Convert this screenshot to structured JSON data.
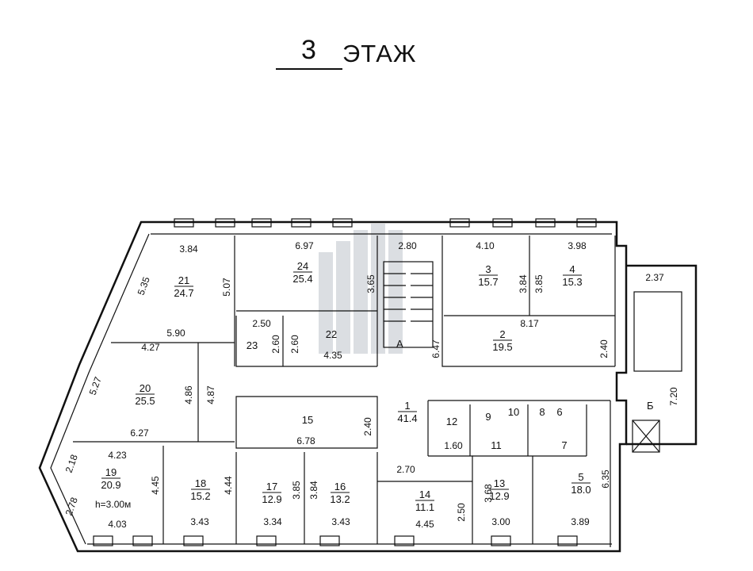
{
  "title": {
    "floor_number": "3",
    "floor_word": "ЭТАЖ"
  },
  "rooms": [
    {
      "id": "21",
      "area": "24.7"
    },
    {
      "id": "24",
      "area": "25.4"
    },
    {
      "id": "3",
      "area": "15.7"
    },
    {
      "id": "4",
      "area": "15.3"
    },
    {
      "id": "2",
      "area": "19.5"
    },
    {
      "id": "23",
      "area": ""
    },
    {
      "id": "22",
      "area": ""
    },
    {
      "id": "20",
      "area": "25.5"
    },
    {
      "id": "1",
      "area": "41.4"
    },
    {
      "id": "15",
      "area": ""
    },
    {
      "id": "12",
      "area": ""
    },
    {
      "id": "19",
      "area": "20.9"
    },
    {
      "id": "18",
      "area": "15.2"
    },
    {
      "id": "17",
      "area": "12.9"
    },
    {
      "id": "16",
      "area": "13.2"
    },
    {
      "id": "14",
      "area": "11.1"
    },
    {
      "id": "13",
      "area": "12.9"
    },
    {
      "id": "5",
      "area": "18.0"
    },
    {
      "id": "9",
      "area": ""
    },
    {
      "id": "10",
      "area": ""
    },
    {
      "id": "11",
      "area": ""
    },
    {
      "id": "8",
      "area": ""
    },
    {
      "id": "6",
      "area": ""
    },
    {
      "id": "7",
      "area": ""
    }
  ],
  "stairs": [
    {
      "label": "А"
    },
    {
      "label": "Б"
    }
  ],
  "height_note": "h=3.00м",
  "dimensions": [
    "3.84",
    "6.97",
    "2.80",
    "4.10",
    "3.98",
    "5.35",
    "5.07",
    "3.65",
    "3.84",
    "3.85",
    "5.90",
    "2.50",
    "2.60",
    "2.60",
    "4.35",
    "8.17",
    "6.47",
    "2.40",
    "2.37",
    "4.27",
    "5.27",
    "4.86",
    "4.87",
    "2.40",
    "6.78",
    "1.60",
    "7.20",
    "6.27",
    "2.18",
    "4.23",
    "4.45",
    "4.44",
    "3.85",
    "3.84",
    "2.70",
    "3.68",
    "6.35",
    "2.78",
    "4.03",
    "3.43",
    "3.34",
    "3.43",
    "2.50",
    "4.45",
    "3.00",
    "3.89"
  ]
}
